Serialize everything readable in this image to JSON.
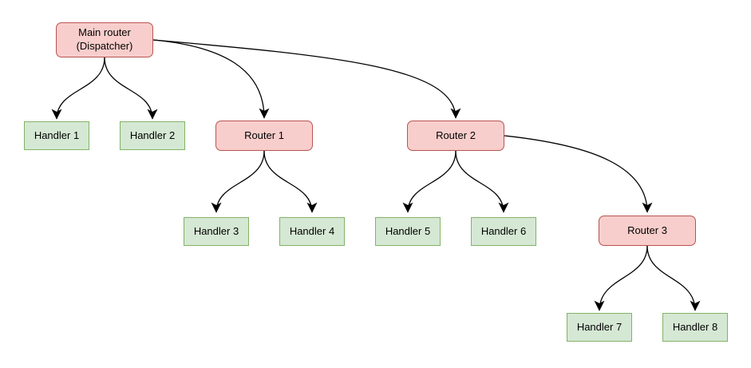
{
  "diagram": {
    "type": "tree-flowchart",
    "background": "#ffffff",
    "colors": {
      "router_fill": "#f8cecc",
      "router_border": "#b85450",
      "handler_fill": "#d5e8d4",
      "handler_border": "#82b366",
      "edge_stroke": "#000000",
      "text": "#000000"
    },
    "nodes": [
      {
        "label": "Main router\n(Dispatcher)",
        "type": "router"
      },
      {
        "label": "Handler 1",
        "type": "handler"
      },
      {
        "label": "Handler 2",
        "type": "handler"
      },
      {
        "label": "Router 1",
        "type": "router"
      },
      {
        "label": "Router 2",
        "type": "router"
      },
      {
        "label": "Handler 3",
        "type": "handler"
      },
      {
        "label": "Handler 4",
        "type": "handler"
      },
      {
        "label": "Handler 5",
        "type": "handler"
      },
      {
        "label": "Handler 6",
        "type": "handler"
      },
      {
        "label": "Router 3",
        "type": "router"
      },
      {
        "label": "Handler 7",
        "type": "handler"
      },
      {
        "label": "Handler 8",
        "type": "handler"
      }
    ],
    "edges": [
      {
        "from": "Main router (Dispatcher)",
        "to": "Handler 1"
      },
      {
        "from": "Main router (Dispatcher)",
        "to": "Handler 2"
      },
      {
        "from": "Main router (Dispatcher)",
        "to": "Router 1"
      },
      {
        "from": "Main router (Dispatcher)",
        "to": "Router 2"
      },
      {
        "from": "Router 1",
        "to": "Handler 3"
      },
      {
        "from": "Router 1",
        "to": "Handler 4"
      },
      {
        "from": "Router 2",
        "to": "Handler 5"
      },
      {
        "from": "Router 2",
        "to": "Handler 6"
      },
      {
        "from": "Router 2",
        "to": "Router 3"
      },
      {
        "from": "Router 3",
        "to": "Handler 7"
      },
      {
        "from": "Router 3",
        "to": "Handler 8"
      }
    ]
  }
}
